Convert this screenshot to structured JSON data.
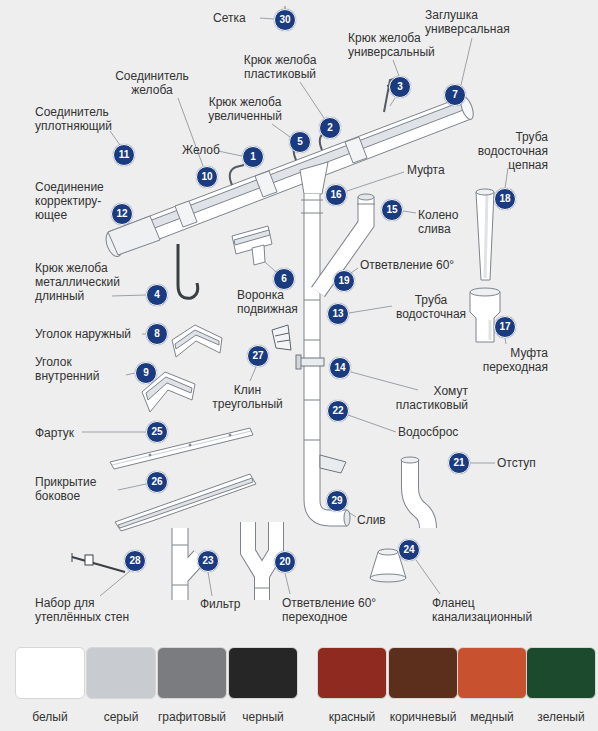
{
  "diagram": {
    "nodes": [
      {
        "text": [
          "30"
        ]
      },
      {
        "text": [
          "3"
        ]
      },
      {
        "text": [
          "7"
        ]
      },
      {
        "text": [
          "2"
        ]
      },
      {
        "text": [
          "5"
        ]
      },
      {
        "text": [
          "11"
        ]
      },
      {
        "text": [
          "1"
        ]
      },
      {
        "text": [
          "10"
        ]
      },
      {
        "text": [
          "16"
        ]
      },
      {
        "text": [
          "18"
        ]
      },
      {
        "text": [
          "15"
        ]
      },
      {
        "text": [
          "12"
        ]
      },
      {
        "text": [
          "6"
        ]
      },
      {
        "text": [
          "19"
        ]
      },
      {
        "text": [
          "4"
        ]
      },
      {
        "text": [
          "13"
        ]
      },
      {
        "text": [
          "17"
        ]
      },
      {
        "text": [
          "8"
        ]
      },
      {
        "text": [
          "27"
        ]
      },
      {
        "text": [
          "14"
        ]
      },
      {
        "text": [
          "9"
        ]
      },
      {
        "text": [
          "22"
        ]
      },
      {
        "text": [
          "25"
        ]
      },
      {
        "text": [
          "21"
        ]
      },
      {
        "text": [
          "26"
        ]
      },
      {
        "text": [
          "29"
        ]
      },
      {
        "text": [
          "24"
        ]
      },
      {
        "text": [
          "28"
        ]
      },
      {
        "text": [
          "23"
        ]
      },
      {
        "text": [
          "20"
        ]
      }
    ],
    "labels": [
      "Сетка",
      "Заглушка универсальная",
      "Крюк желоба универсальный",
      "Крюк желоба пластиковый",
      "Соединитель желоба",
      "Крюк желоба увеличенный",
      "Соединитель уплотняющий",
      "Труба водосточная цепная",
      "Желоб",
      "Муфта",
      "Соединение корректиру- ющее",
      "Колено слива",
      "Ответвление 60°",
      "Крюк желоба металлический длинный",
      "Воронка подвижная",
      "Труба водосточная",
      "Уголок наружный",
      "Муфта переходная",
      "Уголок внутренний",
      "Клин треугольный",
      "Хомут пластиковый",
      "Фартук",
      "Водосброс",
      "Отступ",
      "Прикрытие боковое",
      "Слив",
      "Набор для утеплённых стен",
      "Фильтр",
      "Ответвление 60° переходное",
      "Фланец канализационный"
    ],
    "legend": [
      {
        "text": "белый",
        "color": "#ffffff"
      },
      {
        "text": "серый",
        "color": "#c8ccd1"
      },
      {
        "text": "графитовый",
        "color": "#7a7c80"
      },
      {
        "text": "черный",
        "color": "#262626"
      },
      {
        "text": "красный",
        "color": "#8e2a20"
      },
      {
        "text": "коричневый",
        "color": "#5b2f1b"
      },
      {
        "text": "медный",
        "color": "#c8512f"
      },
      {
        "text": "зеленый",
        "color": "#1c4a2c"
      }
    ]
  }
}
